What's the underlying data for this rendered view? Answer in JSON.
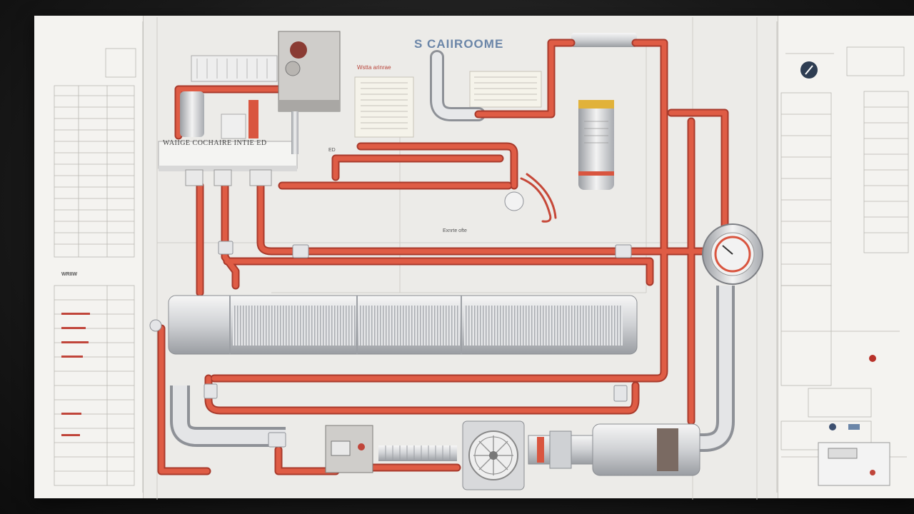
{
  "diagram": {
    "title": "S CAIIROOME",
    "unit_label": "WAIIGE COCHAIRE INTIE ED",
    "note_red": "Wstta arinrae",
    "note_small": "Exnrte ofte",
    "note_id": "ED",
    "left_panel_heading": "WRIIW",
    "colors": {
      "pipe_red": "#d9553f",
      "pipe_silver": "#cfd1d4",
      "paper": "#ecebe8"
    }
  }
}
